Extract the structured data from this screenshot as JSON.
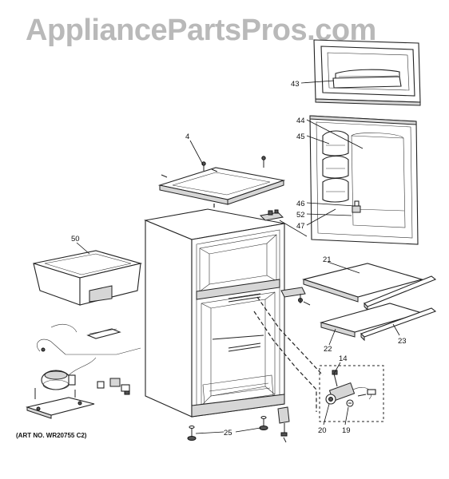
{
  "watermark": "AppliancePartsPros.com",
  "art_number": "(ART NO. WR20755 C2)",
  "callouts": [
    {
      "id": "c43",
      "label": "43"
    },
    {
      "id": "c44",
      "label": "44"
    },
    {
      "id": "c45",
      "label": "45"
    },
    {
      "id": "c46",
      "label": "46"
    },
    {
      "id": "c52",
      "label": "52"
    },
    {
      "id": "c47",
      "label": "47"
    },
    {
      "id": "c4",
      "label": "4"
    },
    {
      "id": "c50",
      "label": "50"
    },
    {
      "id": "c21",
      "label": "21"
    },
    {
      "id": "c22",
      "label": "22"
    },
    {
      "id": "c23",
      "label": "23"
    },
    {
      "id": "c14",
      "label": "14"
    },
    {
      "id": "c20",
      "label": "20"
    },
    {
      "id": "c19",
      "label": "19"
    },
    {
      "id": "c25",
      "label": "25"
    }
  ]
}
